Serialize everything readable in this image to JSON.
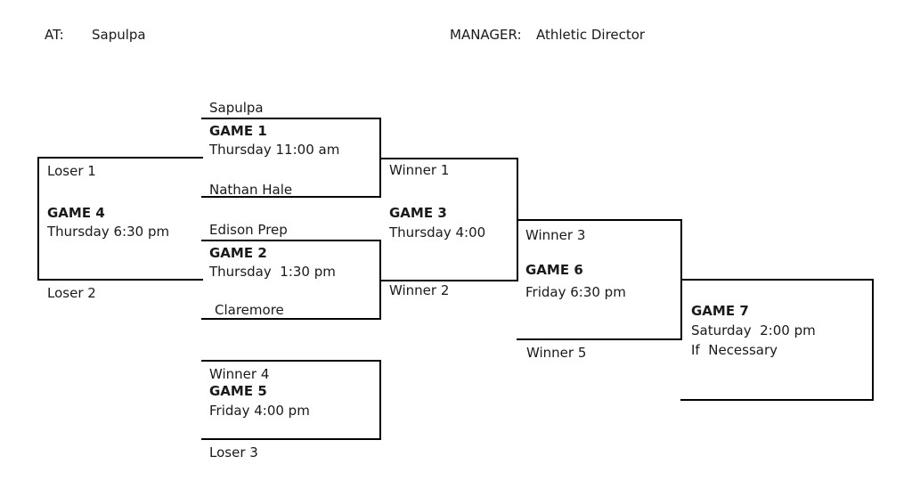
{
  "header": {
    "at_label": "AT:",
    "at_value": "Sapulpa",
    "manager_label": "MANAGER:",
    "manager_value": "Athletic Director"
  },
  "bracket": {
    "game1": {
      "title": "GAME 1",
      "time": "Thursday 11:00 am",
      "top_slot": "Sapulpa",
      "bottom_slot": "Nathan Hale"
    },
    "game2": {
      "title": "GAME 2",
      "time": "Thursday  1:30 pm",
      "top_slot": "Edison Prep",
      "bottom_slot": "Claremore"
    },
    "game3": {
      "title": "GAME 3",
      "time": "Thursday 4:00",
      "top_slot": "Winner 1",
      "bottom_slot": "Winner 2"
    },
    "game4": {
      "title": "GAME 4",
      "time": "Thursday 6:30 pm",
      "top_slot": "Loser 1",
      "bottom_slot": "Loser 2"
    },
    "game5": {
      "title": "GAME 5",
      "time": "Friday 4:00 pm",
      "top_slot": "Winner 4",
      "bottom_slot": "Loser 3"
    },
    "game6": {
      "title": "GAME 6",
      "time": "Friday 6:30 pm",
      "top_slot": "Winner 3",
      "bottom_slot": "Winner 5"
    },
    "game7": {
      "title": "GAME 7",
      "time": "Saturday  2:00 pm",
      "note": "If  Necessary"
    }
  },
  "colors": {
    "background": "#ffffff",
    "text": "#1a1a1a",
    "line": "#000000"
  }
}
